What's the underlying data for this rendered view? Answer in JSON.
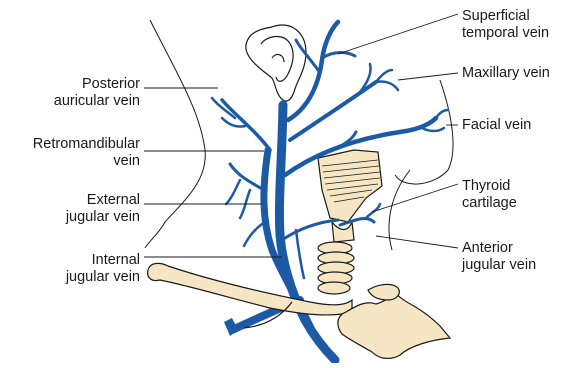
{
  "colors": {
    "vein": "#1c5aa6",
    "bone": "#f7e6c4",
    "outline": "#1a1a1a",
    "leader": "#1a1a1a"
  },
  "labels": {
    "posterior_auricular": [
      "Posterior",
      "auricular vein"
    ],
    "retromandibular": [
      "Retromandibular",
      "vein"
    ],
    "external_jugular": [
      "External",
      "jugular vein"
    ],
    "internal_jugular": [
      "Internal",
      "jugular vein"
    ],
    "superficial_temporal": [
      "Superficial",
      "temporal vein"
    ],
    "maxillary": [
      "Maxillary vein"
    ],
    "facial": [
      "Facial vein"
    ],
    "thyroid_cartilage": [
      "Thyroid",
      "cartilage"
    ],
    "anterior_jugular": [
      "Anterior",
      "jugular vein"
    ]
  }
}
